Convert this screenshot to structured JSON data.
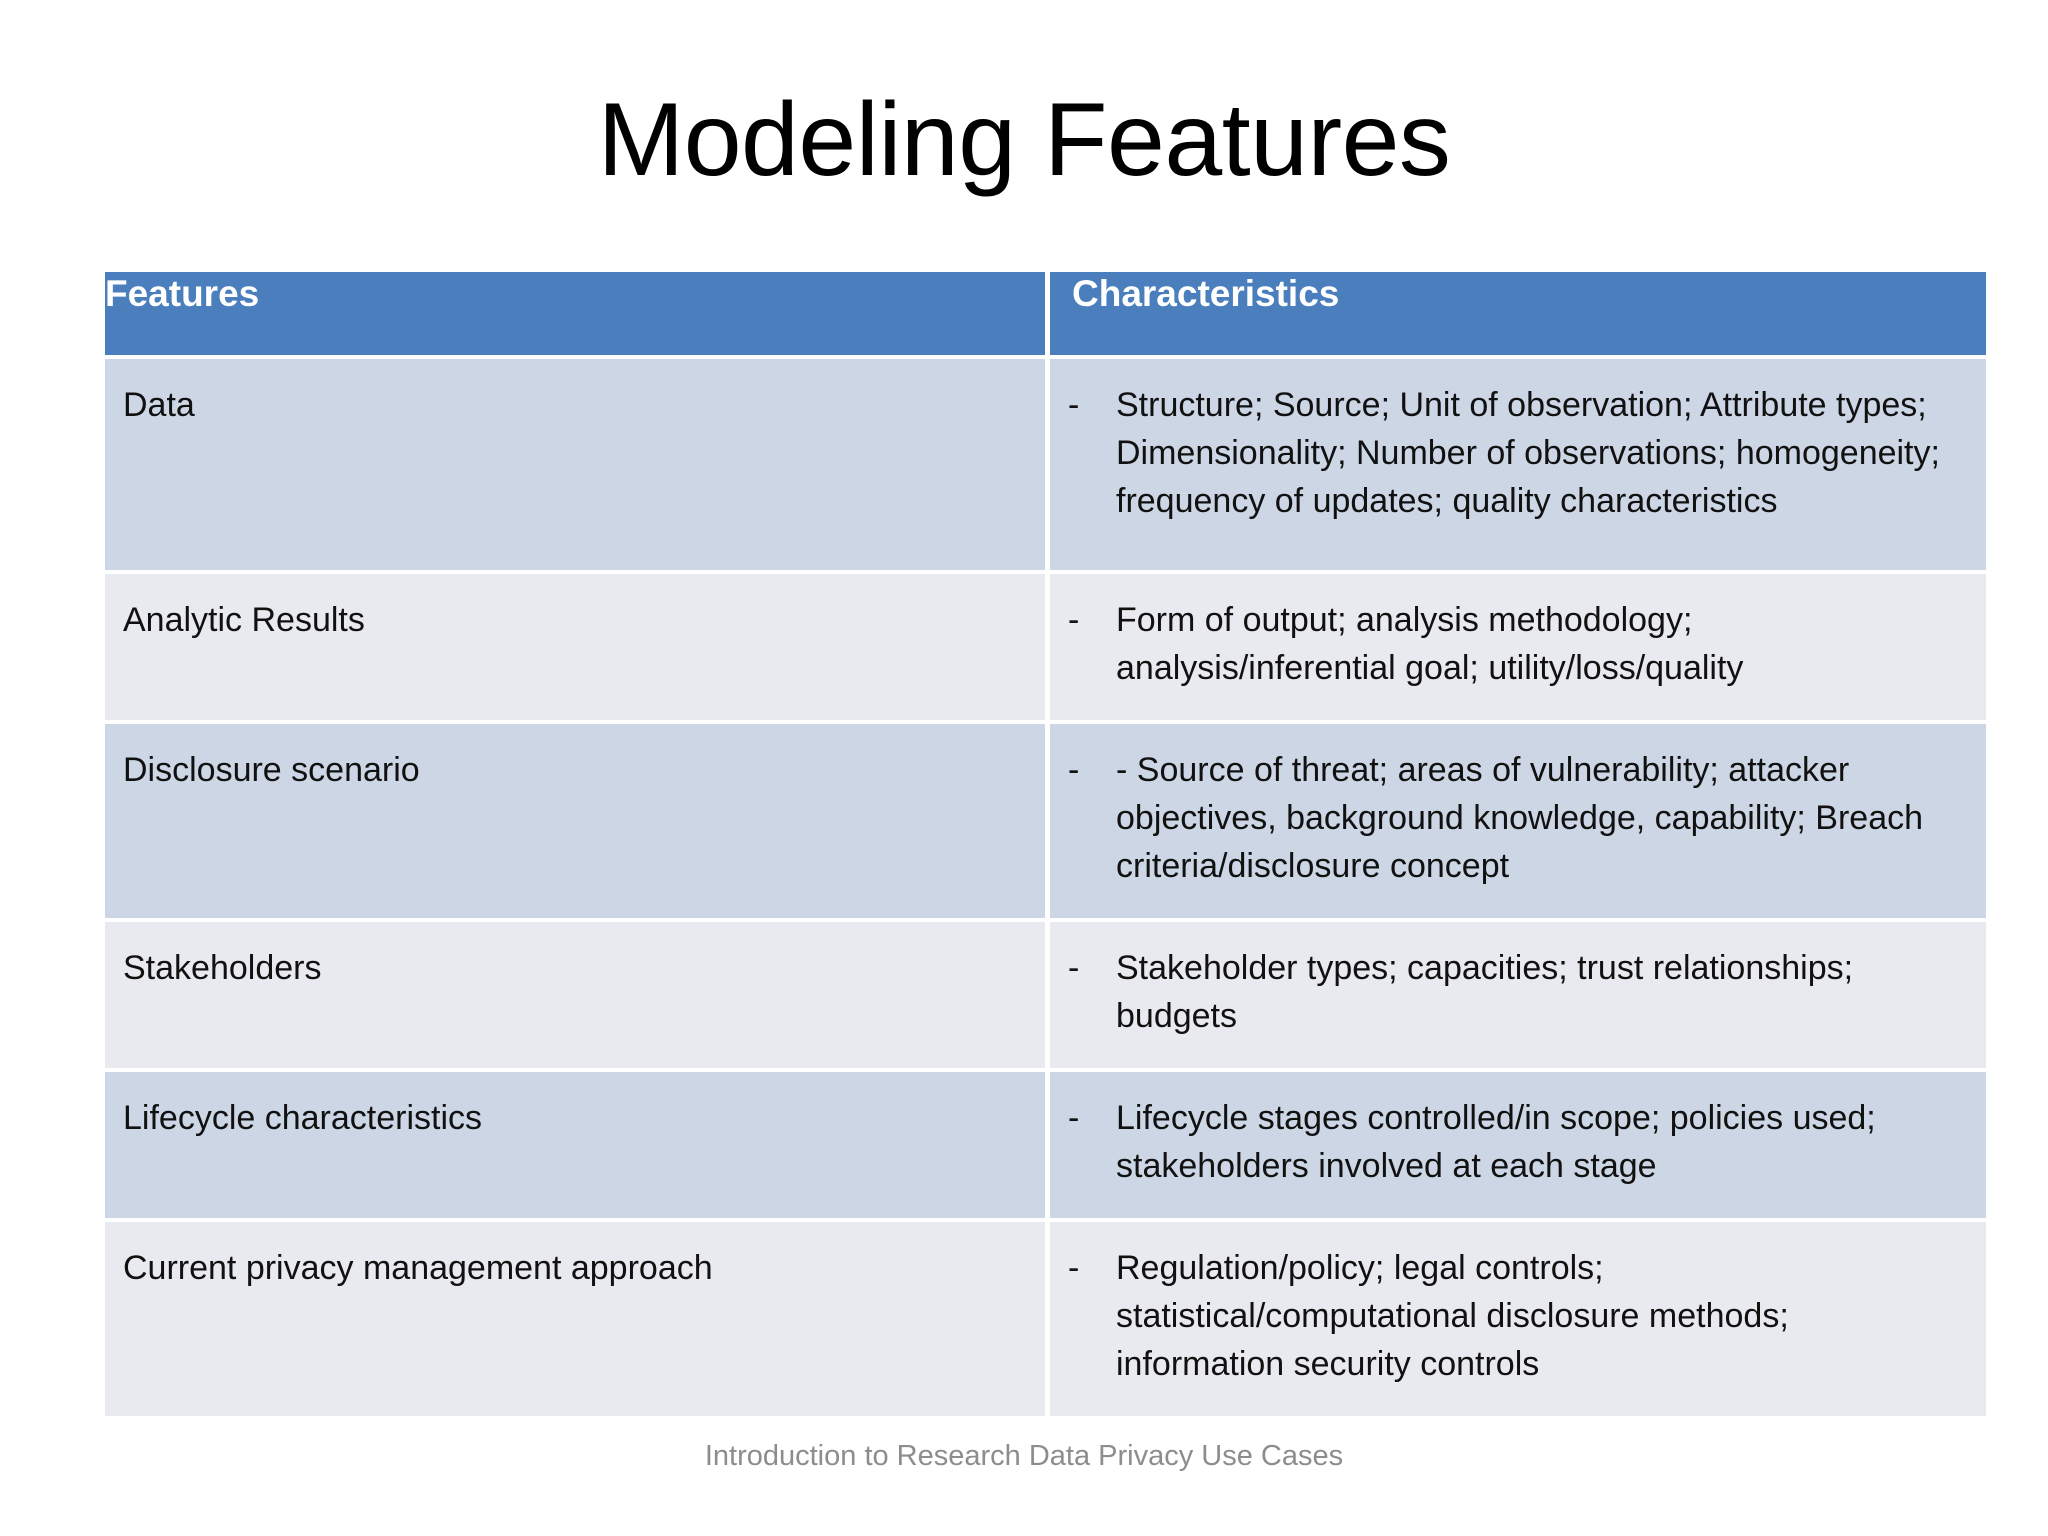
{
  "slide": {
    "title": "Modeling Features",
    "footer": "Introduction to Research Data Privacy Use Cases"
  },
  "theme": {
    "header_fill": "#4a7ebc",
    "header_text": "#ffffff",
    "row_odd_fill": "#ccd6e5",
    "row_even_fill": "#e9eaf0",
    "body_text": "#111111",
    "footer_text": "#8d8d8d",
    "page_background": "#ffffff"
  },
  "table": {
    "headers": {
      "feature": "Features",
      "characteristics": "Characteristics"
    },
    "bullet": "-",
    "rows": [
      {
        "feature": "Data",
        "characteristics": "Structure; Source; Unit of observation; Attribute types; Dimensionality; Number of observations; homogeneity; frequency of updates; quality characteristics"
      },
      {
        "feature": "Analytic Results",
        "characteristics": "Form of output; analysis methodology; analysis/inferential goal; utility/loss/quality"
      },
      {
        "feature": "Disclosure scenario",
        "characteristics": "- Source of threat; areas of vulnerability; attacker objectives, background knowledge, capability; Breach criteria/disclosure concept"
      },
      {
        "feature": "Stakeholders",
        "characteristics": "Stakeholder types; capacities; trust relationships; budgets"
      },
      {
        "feature": "Lifecycle characteristics",
        "characteristics": "Lifecycle stages controlled/in scope; policies used; stakeholders involved at each stage"
      },
      {
        "feature": "Current privacy management approach",
        "characteristics": "Regulation/policy; legal controls; statistical/computational disclosure methods; information security controls"
      }
    ]
  }
}
